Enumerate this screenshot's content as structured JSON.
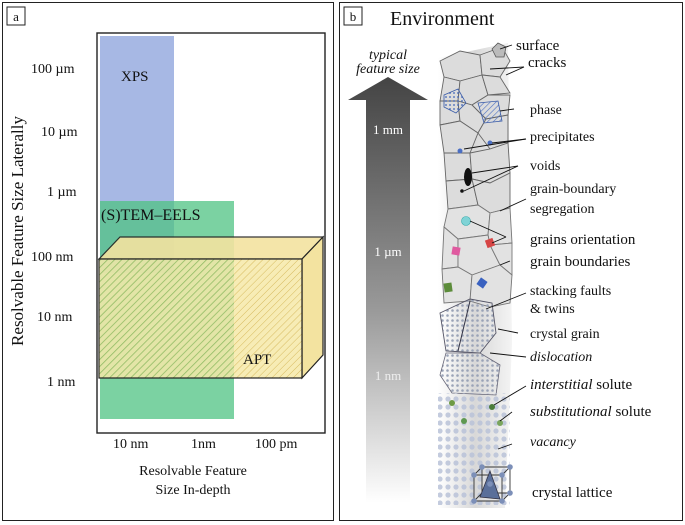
{
  "panel_a": {
    "tag": "a",
    "y_axis_label": "Resolvable Feature Size Laterally",
    "x_axis_label_line1": "Resolvable Feature",
    "x_axis_label_line2": "Size In-depth",
    "y_ticks": [
      "100  µm",
      "10  µm",
      "1  µm",
      "100 nm",
      "10 nm",
      "1 nm"
    ],
    "x_ticks": [
      "10  nm",
      "1nm",
      "100  pm"
    ],
    "regions": {
      "xps": "XPS",
      "stem_eels": "(S)TEM–EELS",
      "apt": "APT"
    },
    "colors": {
      "xps": "#8fa8dc",
      "stem": "#5fc98d",
      "apt": "#f3e08a",
      "apt_hatch": "#7ea63c"
    }
  },
  "panel_b": {
    "tag": "b",
    "title": "Environment",
    "arrow_label_line1": "typical",
    "arrow_label_line2": "feature size",
    "scale_labels": [
      "1 mm",
      "1 µm",
      "1 nm"
    ],
    "features": [
      {
        "text": "surface"
      },
      {
        "text": "cracks"
      },
      {
        "text": "phase"
      },
      {
        "text": "precipitates"
      },
      {
        "text": "voids"
      },
      {
        "text": "grain-boundary"
      },
      {
        "text": "segregation"
      },
      {
        "text": "grains orientation"
      },
      {
        "text": "grain boundaries"
      },
      {
        "text": "stacking faults"
      },
      {
        "text": "& twins"
      },
      {
        "text": "crystal grain"
      },
      {
        "text": "dislocation"
      },
      {
        "text": "interstitial solute",
        "italic_part": "interstitial",
        "plain_part": " solute"
      },
      {
        "text": "substitutional solute",
        "italic_part": "substitutional",
        "plain_part": " solute"
      },
      {
        "text": "vacancy"
      },
      {
        "text": "crystal lattice"
      }
    ]
  }
}
